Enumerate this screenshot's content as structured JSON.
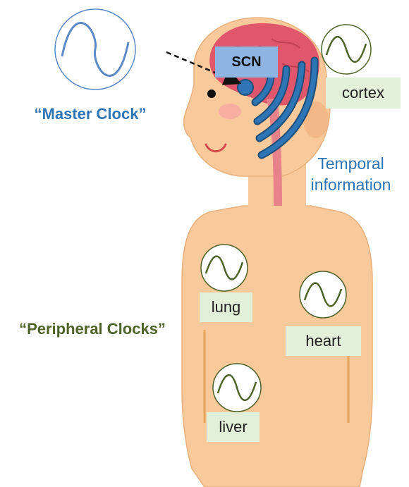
{
  "master_clock": {
    "label": "“Master Clock”",
    "color": "#2e75b6"
  },
  "peripheral_clocks": {
    "label": "“Peripheral Clocks”",
    "color": "#4f6228"
  },
  "scn": {
    "label": "SCN"
  },
  "temporal": {
    "line1": "Temporal",
    "line2": "information",
    "color": "#2e75b6"
  },
  "organs": {
    "cortex": "cortex",
    "lung": "lung",
    "heart": "heart",
    "liver": "liver"
  },
  "colors": {
    "skin": "#f7c99b",
    "brain": "#e0566a",
    "spinal_cord": "#e8828a",
    "signal_waves": "#2e75b6",
    "master_wave": "#5b8ac6",
    "peripheral_wave": "#4f6228",
    "label_box": "#e2efd9",
    "scn_box": "#8eb4e3"
  },
  "icons": [
    "master-clock-icon",
    "cortex-clock-icon",
    "lung-clock-icon",
    "heart-clock-icon",
    "liver-clock-icon",
    "signal-wave-icon"
  ]
}
